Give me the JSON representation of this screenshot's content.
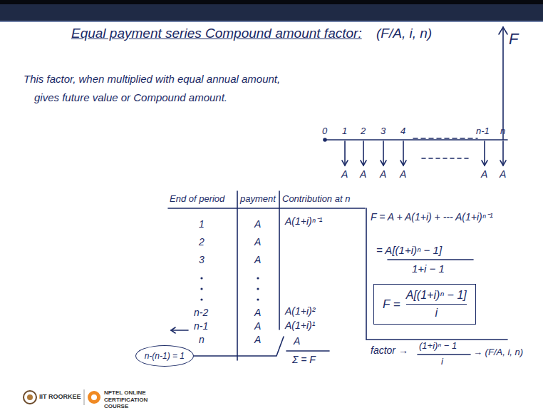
{
  "diagram": {
    "title": "Equal payment series Compound amount factor:",
    "nodes": [
      {
        "text": [
          "n-(n-1) = 1"
        ]
      },
      {
        "text": [
          "F =",
          "A[(1+i)ⁿ − 1]",
          "i"
        ]
      }
    ],
    "labels": [
      "(F/A, i, n)",
      "F",
      "This factor, when multiplied with equal annual amount,",
      "gives future value or Compound amount.",
      "0",
      "1",
      "2",
      "3",
      "4",
      "n-1",
      "n",
      "A",
      "A",
      "A",
      "A",
      "A",
      "A",
      "End of period",
      "payment",
      "Contribution at n",
      "1",
      "2",
      "3",
      "n-2",
      "n-1",
      "n",
      "A",
      "A",
      "A",
      "A",
      "A",
      "A",
      "A(1+i)ⁿ⁻¹",
      "A(1+i)²",
      "A(1+i)¹",
      "A",
      "Σ = F",
      "F = A + A(1+i) + --- A(1+i)ⁿ⁻¹",
      "= A[(1+i)ⁿ − 1]",
      "1+i − 1",
      "factor →",
      "(1+i)ⁿ − 1",
      "i",
      "→ (F/A, i, n)",
      "IIT ROORKEE",
      "NPTEL ONLINE CERTIFICATION COURSE"
    ]
  }
}
